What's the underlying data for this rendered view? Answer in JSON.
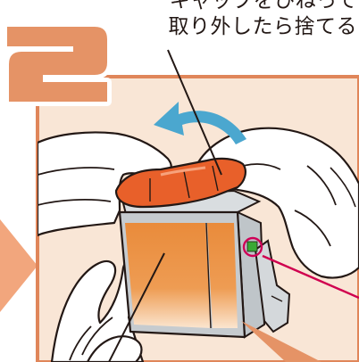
{
  "step": {
    "number": "2"
  },
  "caption": {
    "line1": "キャップをひねって",
    "line2": "取り外したら捨てる"
  },
  "colors": {
    "panel_background": "#f9e6d6",
    "panel_border": "#e0865a",
    "step_numeral": "#e59366",
    "arrow_triangle": "#f2a67d",
    "rotation_arrow": "#4ba7cf",
    "cap": "#e8602a",
    "ink_tank": "#e98b3b",
    "leader_red": "#d0004f",
    "chip_ring": "#cf0057",
    "chip": "#39a935"
  },
  "icons": {
    "rotation": "curved-rotate-arrow-icon",
    "next_step": "triangle-right-icon"
  }
}
